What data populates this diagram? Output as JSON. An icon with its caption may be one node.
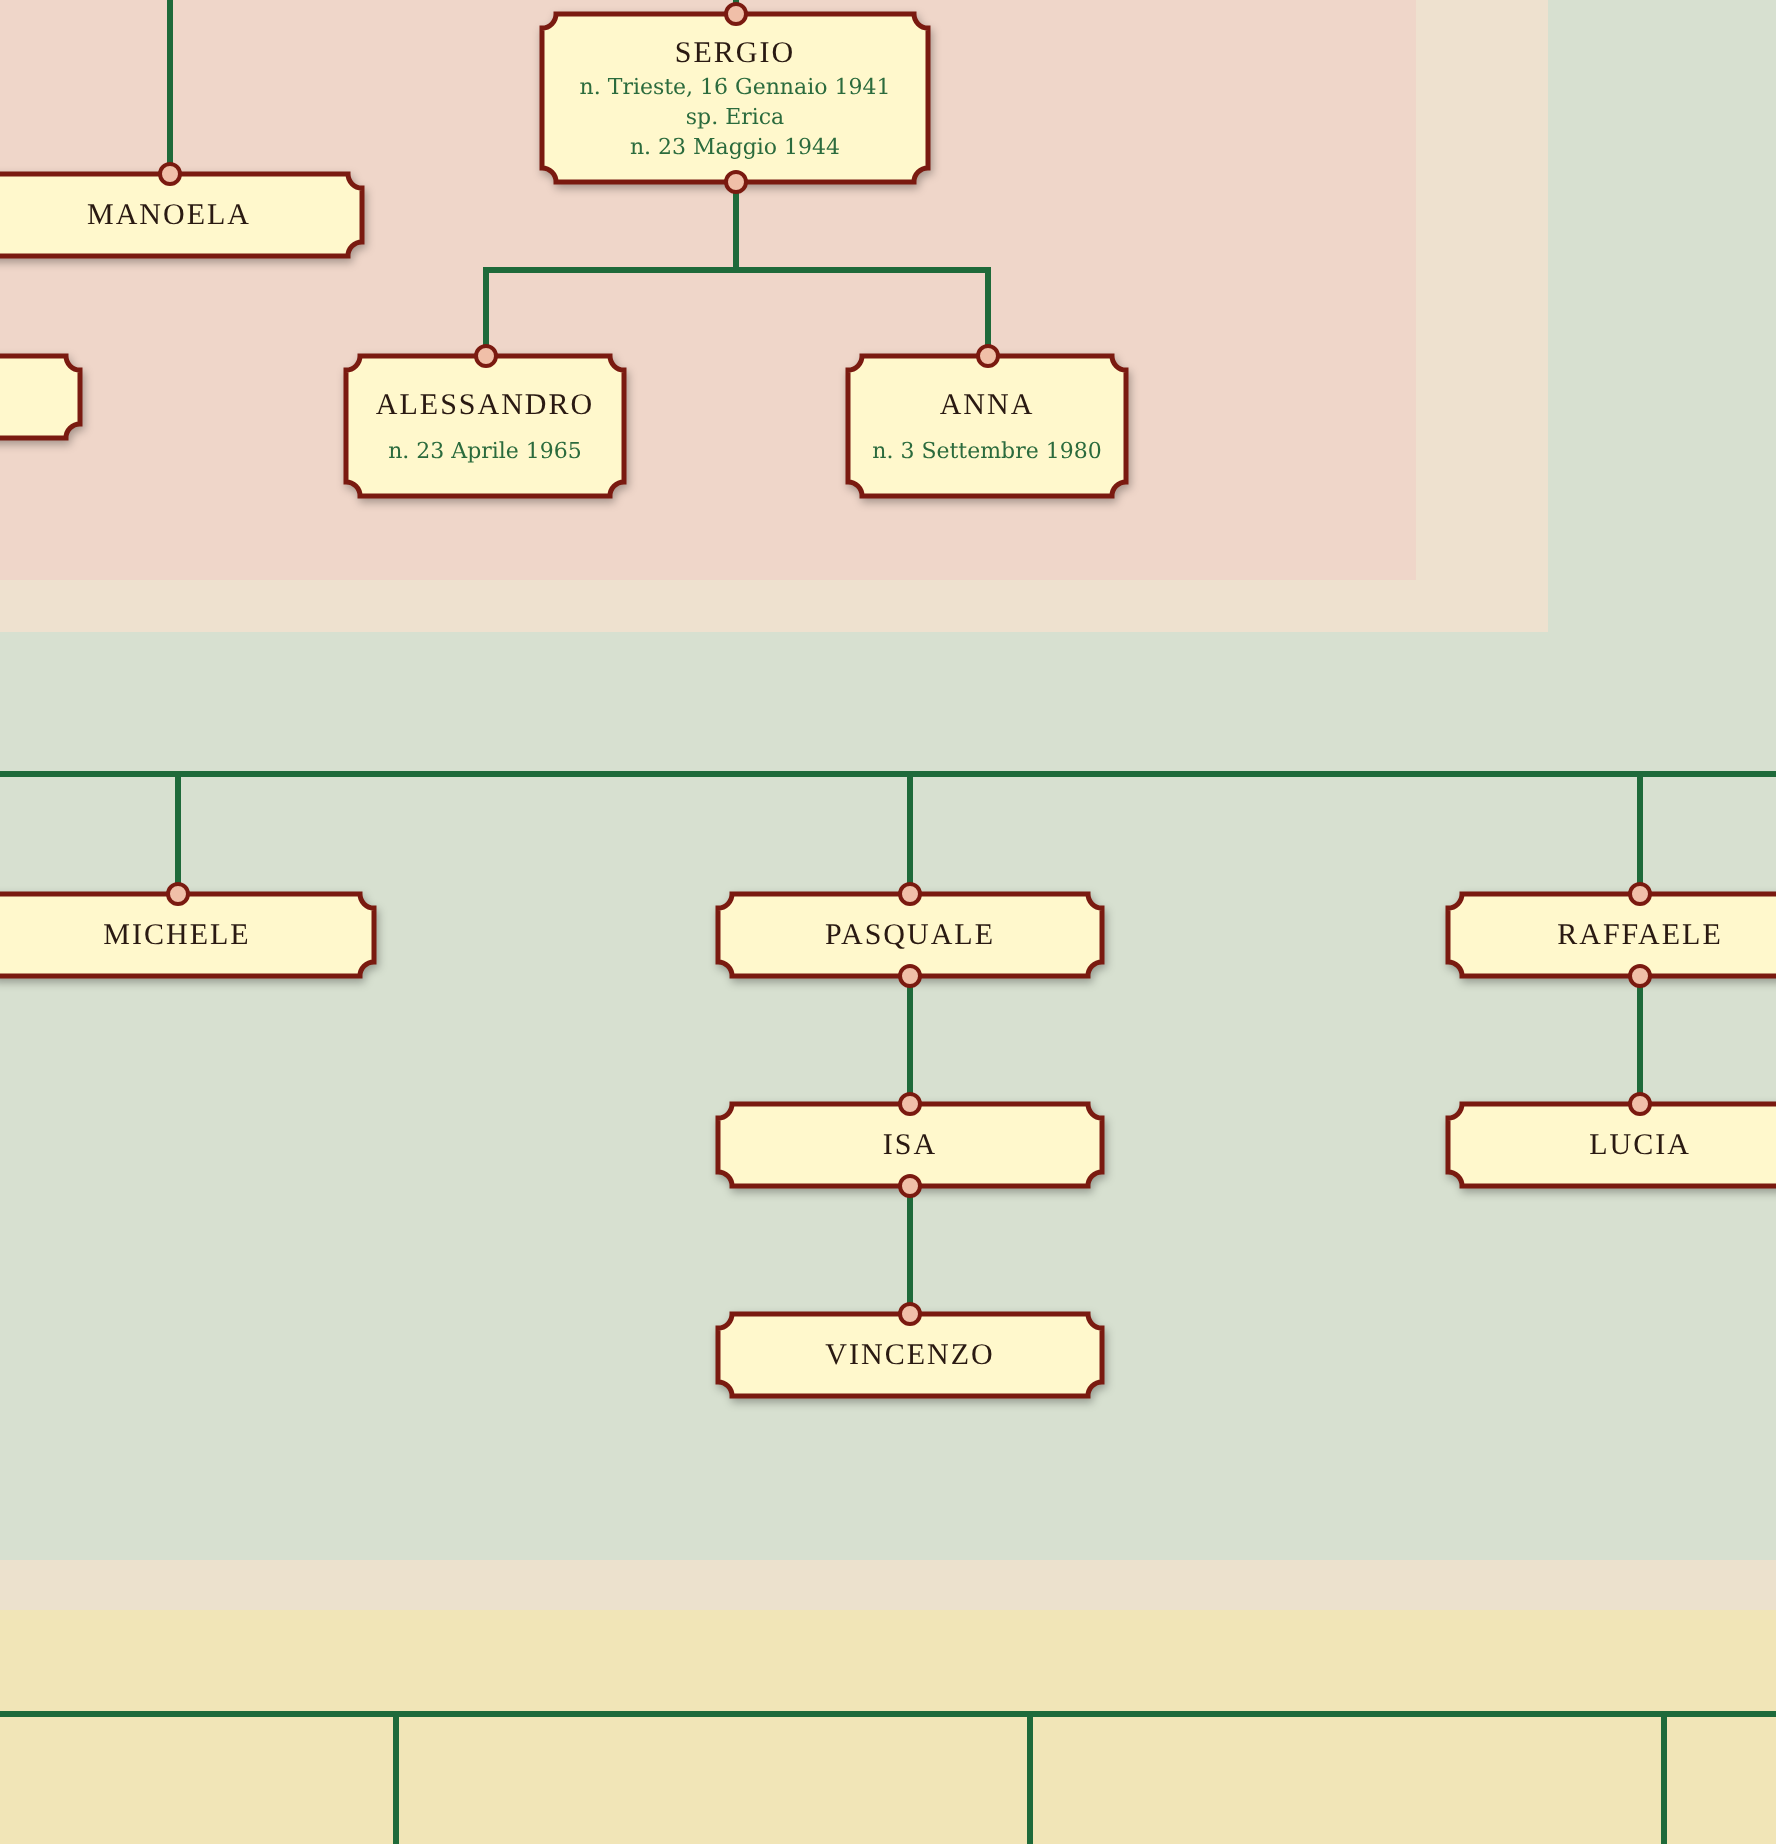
{
  "diagram": {
    "nodes": [
      {
        "text": [
          "SERGIO",
          "n. Trieste, 16 Gennaio 1941",
          "sp. Erica",
          "n. 23 Maggio 1944"
        ]
      },
      {
        "text": [
          "MANOELA"
        ]
      },
      {
        "text": [],
        "shape": "box"
      },
      {
        "text": [
          "ALESSANDRO",
          "n. 23 Aprile 1965"
        ]
      },
      {
        "text": [
          "ANNA",
          "n. 3 Settembre 1980"
        ]
      },
      {
        "text": [
          "MICHELE"
        ]
      },
      {
        "text": [
          "PASQUALE"
        ]
      },
      {
        "text": [
          "RAFFAELE"
        ]
      },
      {
        "text": [
          "ISA"
        ]
      },
      {
        "text": [
          "LUCIA"
        ]
      },
      {
        "text": [
          "VINCENZO"
        ]
      }
    ],
    "edges": [
      {
        "from": null,
        "to": 0,
        "arrow": "none"
      },
      {
        "from": null,
        "to": 1,
        "arrow": "none"
      },
      {
        "from": 0,
        "to": 3,
        "arrow": "none"
      },
      {
        "from": 0,
        "to": 4,
        "arrow": "none"
      },
      {
        "from": null,
        "to": 5,
        "arrow": "none"
      },
      {
        "from": null,
        "to": 6,
        "arrow": "none"
      },
      {
        "from": null,
        "to": 7,
        "arrow": "none"
      },
      {
        "from": 6,
        "to": 8,
        "arrow": "none"
      },
      {
        "from": 8,
        "to": 10,
        "arrow": "none"
      },
      {
        "from": 7,
        "to": 9,
        "arrow": "none"
      }
    ]
  }
}
